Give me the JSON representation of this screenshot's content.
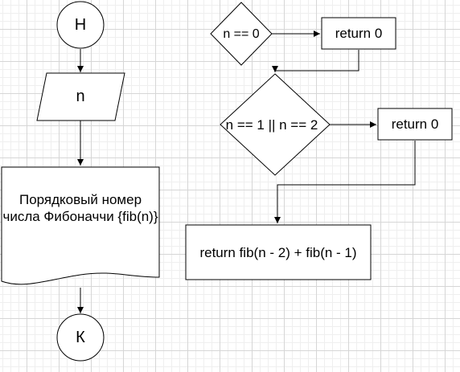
{
  "flowchart": {
    "start_label": "Н",
    "input_label": "n",
    "output_label": "Порядковый номер числа Фибоначчи {fib(n)}",
    "end_label": "К",
    "cond1_label": "n == 0",
    "ret1_label": "return 0",
    "cond2_label": "n == 1 || n == 2",
    "ret2_label": "return 0",
    "ret3_label": "return fib(n - 2) + fib(n - 1)"
  },
  "colors": {
    "stroke": "#000000",
    "fill": "#ffffff",
    "grid": "#d6d6d6"
  }
}
